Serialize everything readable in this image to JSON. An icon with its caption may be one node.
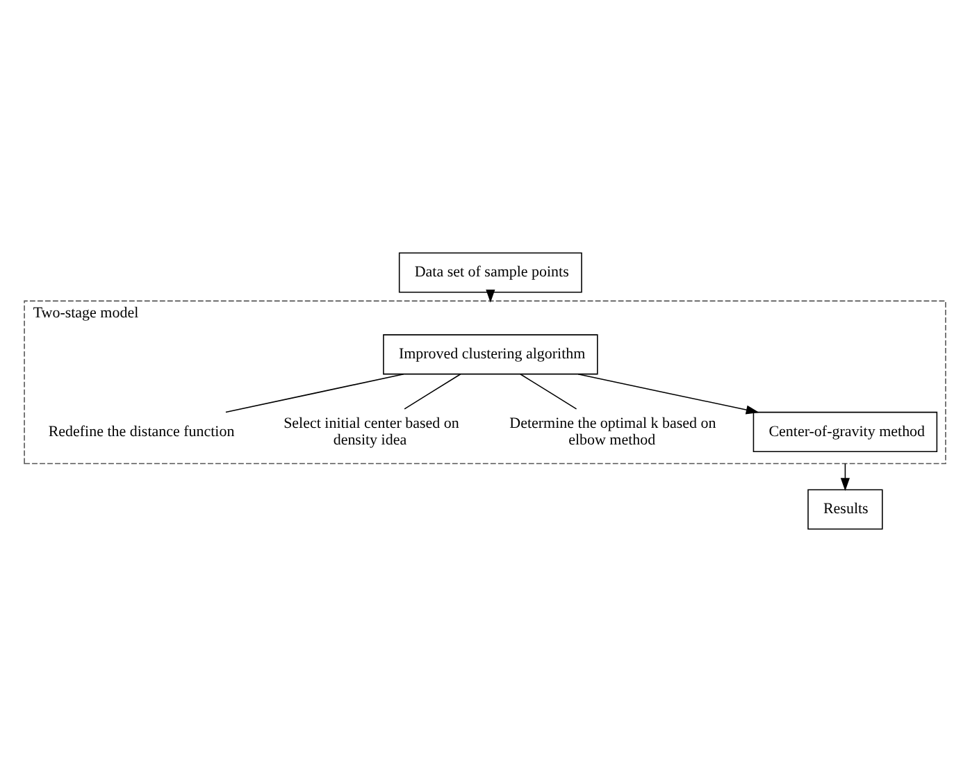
{
  "diagram": {
    "nodes": [
      {
        "text": [
          "Data set of sample points"
        ]
      },
      {
        "text": [
          "Two-stage model"
        ]
      },
      {
        "text": [
          "Improved clustering algorithm"
        ],
        "in": 1
      },
      {
        "text": [
          "Redefine the distance function"
        ],
        "in": 1
      },
      {
        "text": [
          "Select initial center based on density idea"
        ],
        "in": 1
      },
      {
        "text": [
          "Determine the optimal k based on elbow method"
        ],
        "in": 1
      },
      {
        "text": [
          "Center-of-gravity method"
        ],
        "in": 1
      },
      {
        "text": [
          "Results"
        ]
      }
    ],
    "edges": [
      {
        "from": 0,
        "to": 1,
        "arrow": "to"
      },
      {
        "from": 2,
        "to": 3,
        "arrow": "none"
      },
      {
        "from": 2,
        "to": 4,
        "arrow": "none"
      },
      {
        "from": 2,
        "to": 5,
        "arrow": "none"
      },
      {
        "from": 2,
        "to": 6,
        "arrow": "to"
      },
      {
        "from": 1,
        "to": 7,
        "arrow": "to"
      }
    ]
  }
}
